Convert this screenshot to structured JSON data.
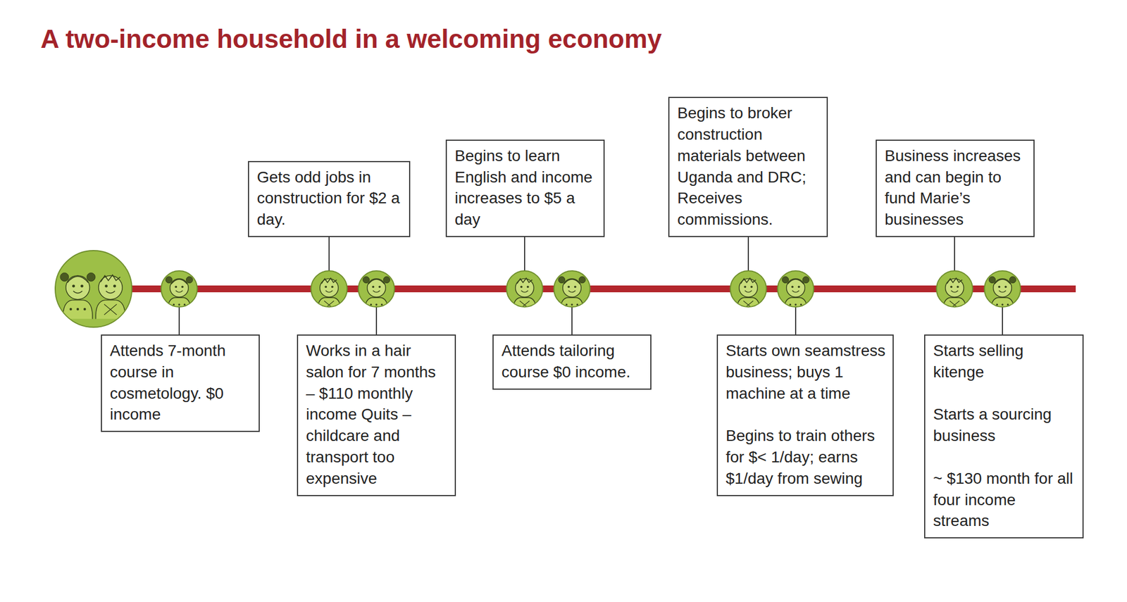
{
  "diagram": {
    "title": "A two-income household in a welcoming economy",
    "nodes": [
      {
        "text": [
          "Attends 7-month course in cosmetology. $0 income"
        ]
      },
      {
        "text": [
          "Gets odd jobs in construction for $2 a day."
        ]
      },
      {
        "text": [
          "Works in a hair salon for 7 months – $110 monthly income Quits – childcare and transport too expensive"
        ]
      },
      {
        "text": [
          "Begins to learn English and income increases to $5 a day"
        ]
      },
      {
        "text": [
          "Attends tailoring course $0 income."
        ]
      },
      {
        "text": [
          "Begins to broker construction materials between Uganda and DRC; Receives commissions."
        ]
      },
      {
        "text": [
          "Starts own seamstress business; buys 1 machine at a time",
          "Begins to train others for $< 1/day; earns $1/day from sewing"
        ]
      },
      {
        "text": [
          "Business increases and can begin to fund Marie’s businesses"
        ]
      },
      {
        "text": [
          "Starts selling kitenge",
          "Starts a sourcing business",
          "~ $130 month for all four income streams"
        ]
      }
    ]
  }
}
